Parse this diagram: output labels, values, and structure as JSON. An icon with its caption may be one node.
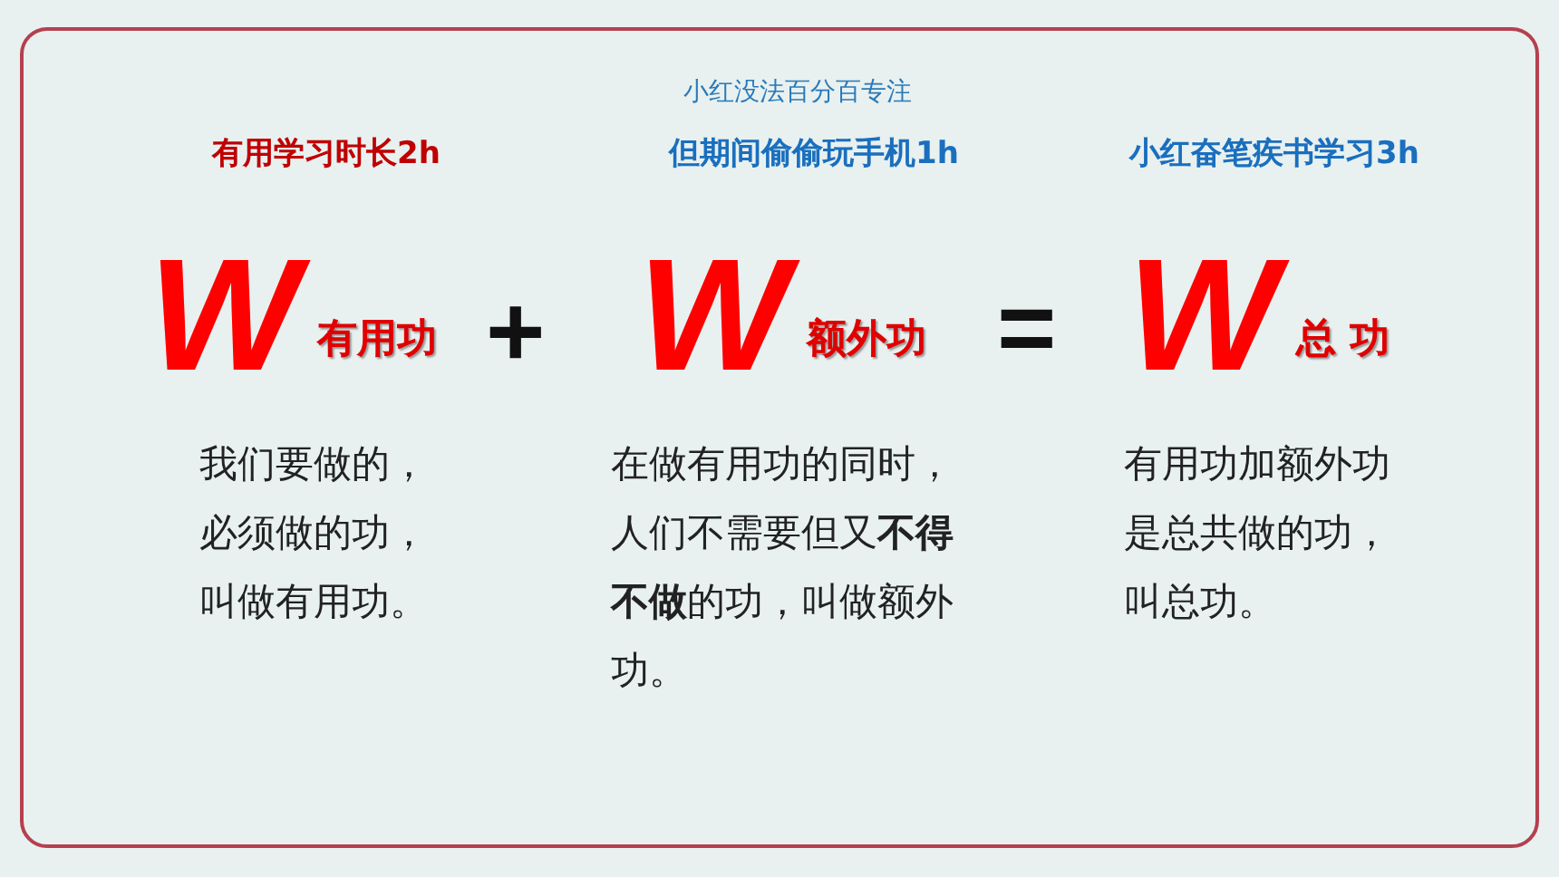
{
  "diagram": {
    "labels": [
      "小红没法百分百专注",
      "有用学习时长2h",
      "但期间偷偷玩手机1h",
      "小红奋笔疾书学习3h",
      "W",
      "有用功",
      "+",
      "W",
      "额外功",
      "=",
      "W",
      "总 功",
      "我们要做的，必须做的功，叫做有用功。",
      "在做有用功的同时，人们不需要但又**不得不做**的功，叫做额外功。",
      "有用功加额外功是总共做的功，叫总功。"
    ]
  }
}
